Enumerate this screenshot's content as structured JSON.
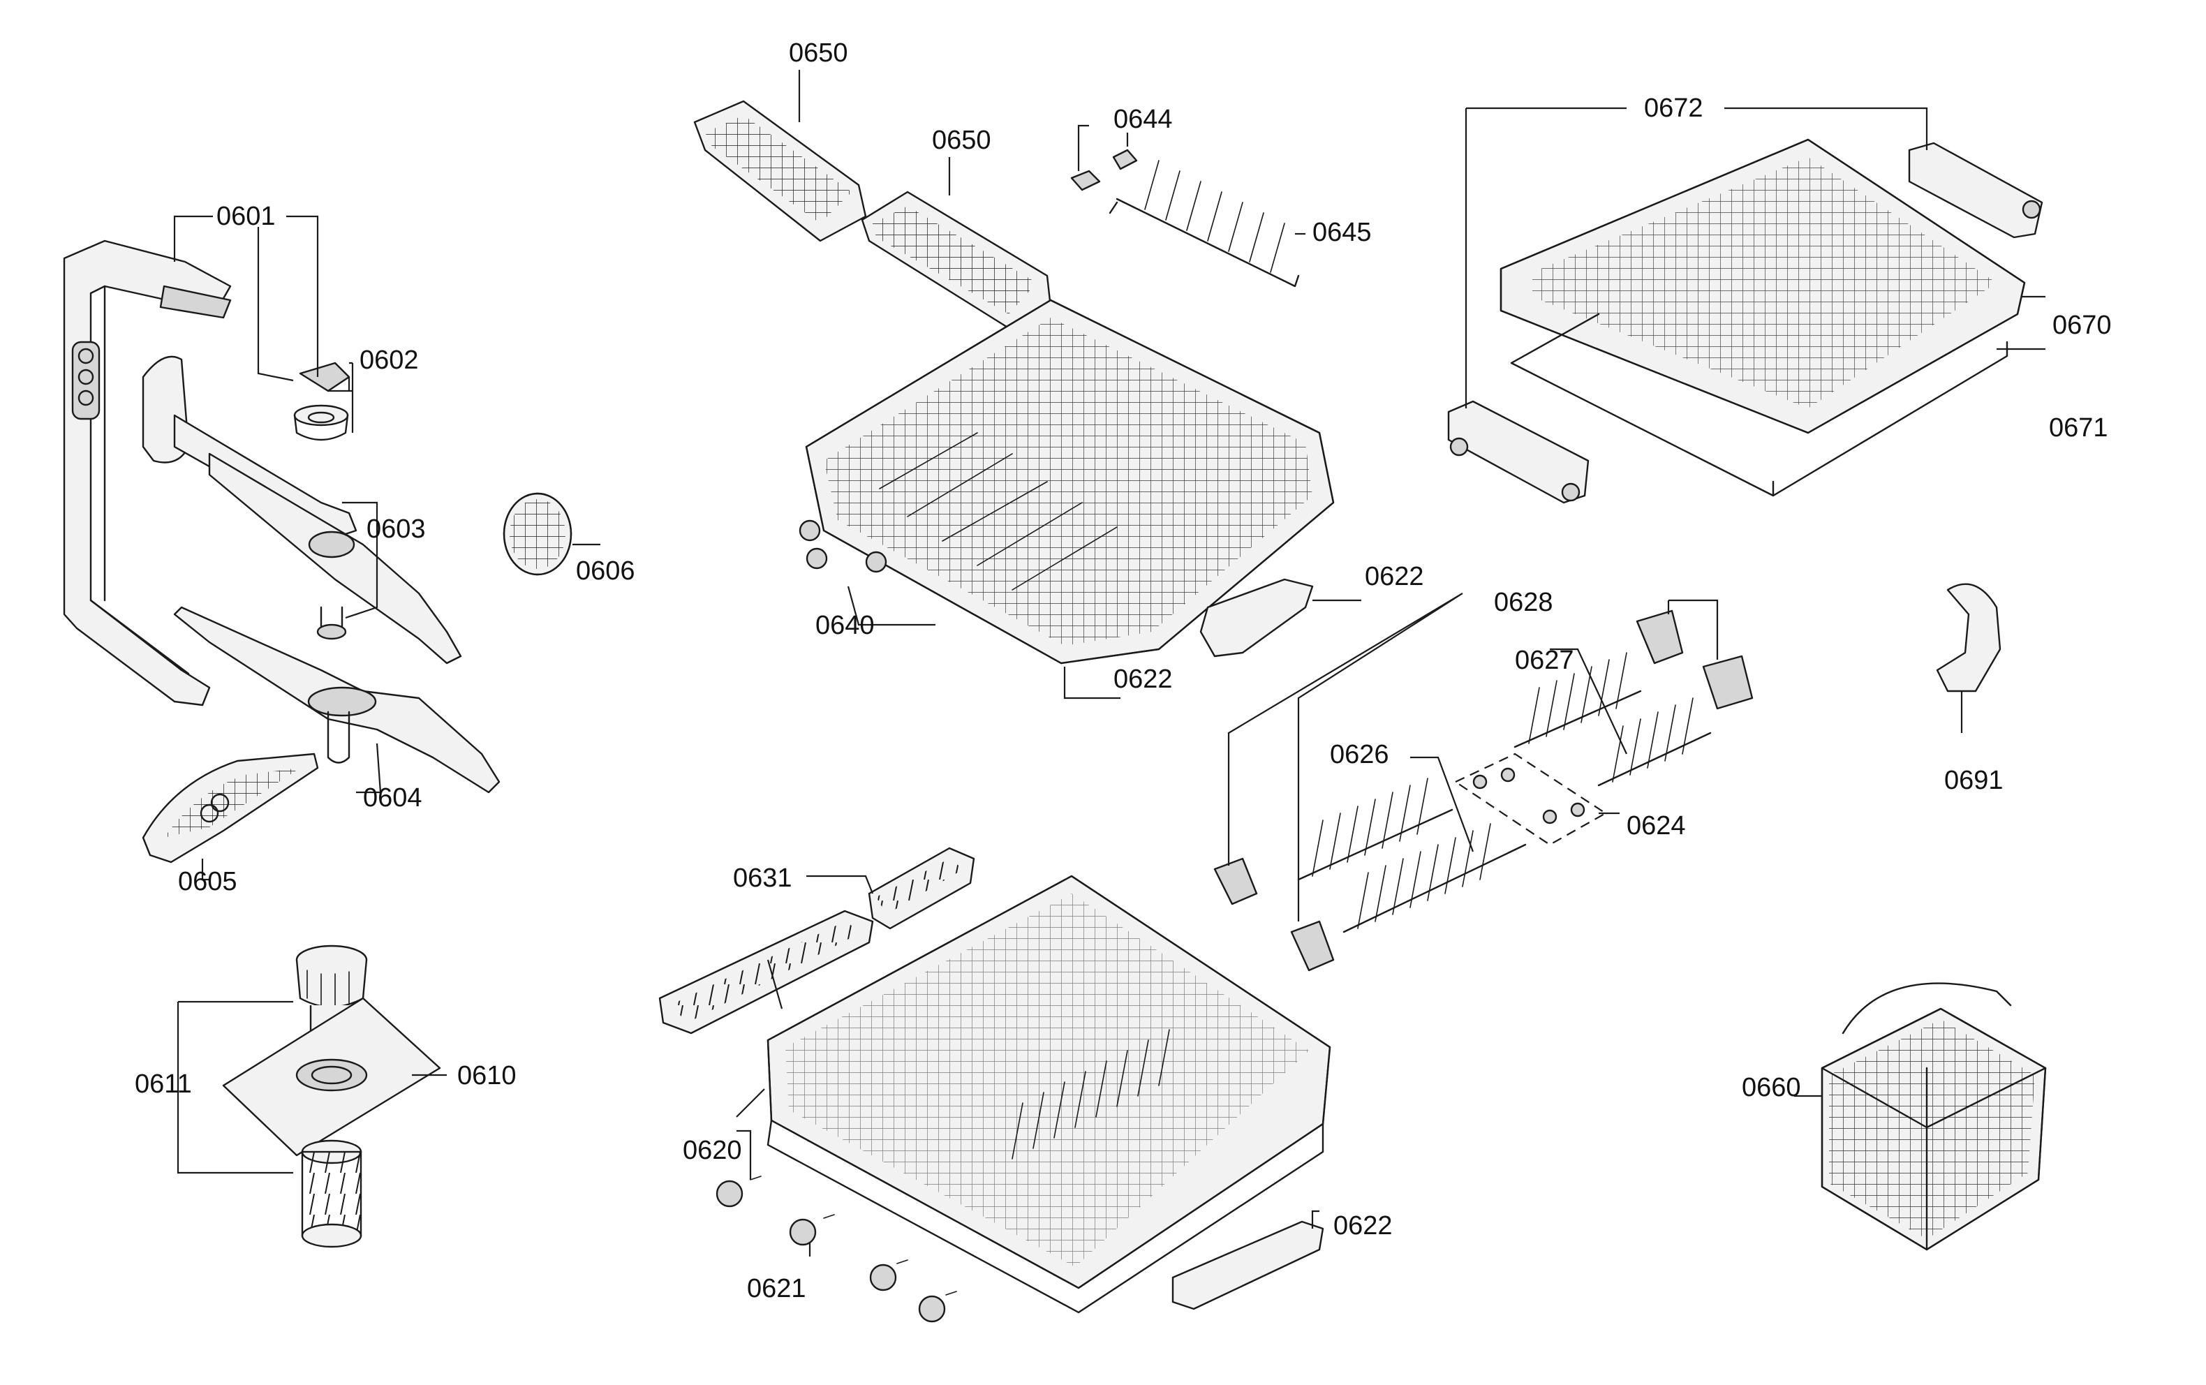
{
  "callouts": {
    "c0601": "0601",
    "c0602": "0602",
    "c0603": "0603",
    "c0604": "0604",
    "c0605": "0605",
    "c0606": "0606",
    "c0610": "0610",
    "c0611": "0611",
    "c0620": "0620",
    "c0621": "0621",
    "c0622a": "0622",
    "c0622b": "0622",
    "c0622c": "0622",
    "c0624": "0624",
    "c0626": "0626",
    "c0627": "0627",
    "c0628": "0628",
    "c0631": "0631",
    "c0640": "0640",
    "c0644": "0644",
    "c0645": "0645",
    "c0650a": "0650",
    "c0650b": "0650",
    "c0660": "0660",
    "c0670": "0670",
    "c0671": "0671",
    "c0672": "0672",
    "c0691": "0691"
  },
  "colors": {
    "ink": "#1a1a1a",
    "background": "#ffffff"
  }
}
